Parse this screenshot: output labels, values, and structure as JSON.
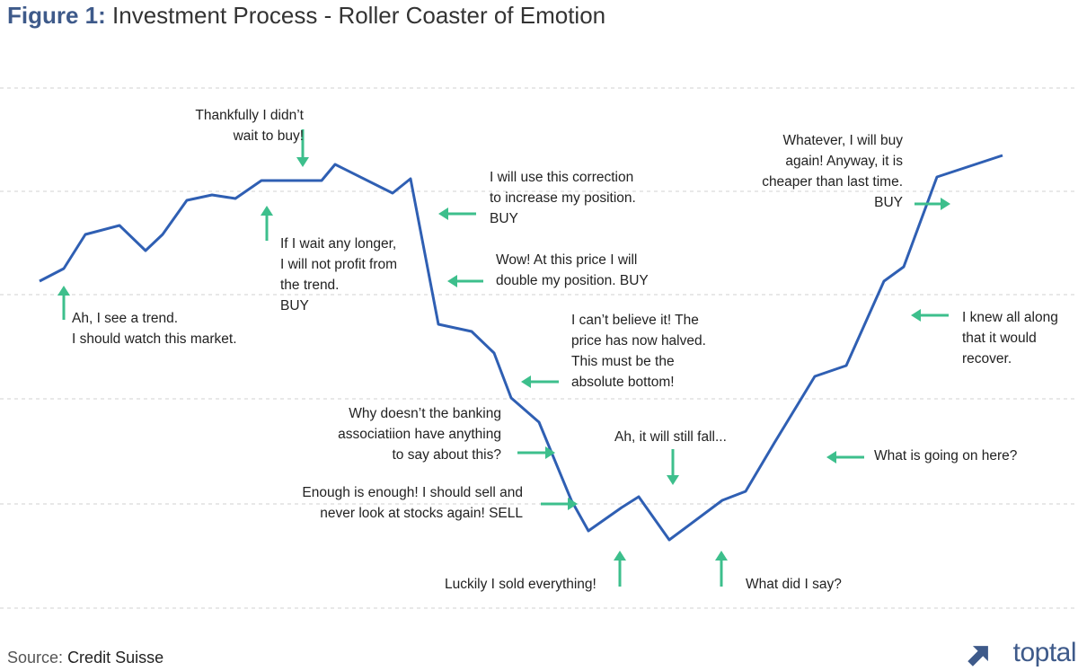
{
  "header": {
    "figure_label": "Figure 1:",
    "title": "Investment Process - Roller Coaster of Emotion"
  },
  "footer": {
    "source_label": "Source:",
    "source_value": "Credit Suisse",
    "brand": "toptal"
  },
  "colors": {
    "line": "#2f5fb3",
    "arrow": "#3dbf8c",
    "grid": "#d0d0d0",
    "title_accent": "#3e5a8a"
  },
  "chart_data": {
    "type": "line",
    "grid": "horizontal dashed",
    "series": [
      {
        "values": [
          313,
          299,
          261,
          251,
          279,
          261,
          223,
          217,
          221,
          201,
          201,
          201,
          183,
          215,
          199,
          361,
          369,
          393,
          443,
          470,
          557,
          591,
          565,
          553,
          601,
          557,
          547,
          493,
          419,
          407,
          313,
          297,
          197,
          173
        ]
      }
    ],
    "annotations": [
      {
        "text": "Ah, I see a trend.\nI should watch this market.",
        "arrow": "up"
      },
      {
        "text": "If I wait any longer,\nI will not profit from\nthe trend.\nBUY",
        "arrow": "up"
      },
      {
        "text": "Thankfully I didn’t\nwait to buy!",
        "arrow": "down"
      },
      {
        "text": "I will use this correction\nto increase my position.\nBUY",
        "arrow": "left"
      },
      {
        "text": "Wow! At this price I will\ndouble my position. BUY",
        "arrow": "left"
      },
      {
        "text": "I can’t believe it! The\nprice has now halved.\nThis must be the\nabsolute bottom!",
        "arrow": "left"
      },
      {
        "text": "Why doesn’t the banking\nassociatiion have anything\nto say about this?",
        "arrow": "right"
      },
      {
        "text": "Enough is enough! I should sell and\nnever look at stocks again! SELL",
        "arrow": "right"
      },
      {
        "text": "Luckily I sold everything!",
        "arrow": "up"
      },
      {
        "text": "Ah, it will still fall...",
        "arrow": "down"
      },
      {
        "text": "What did I say?",
        "arrow": "up"
      },
      {
        "text": "What is going on here?",
        "arrow": "left"
      },
      {
        "text": "I knew all along\nthat it would\nrecover.",
        "arrow": "left"
      },
      {
        "text": "Whatever, I will buy\nagain! Anyway, it is\ncheaper than last time.\nBUY",
        "arrow": "right"
      }
    ]
  }
}
